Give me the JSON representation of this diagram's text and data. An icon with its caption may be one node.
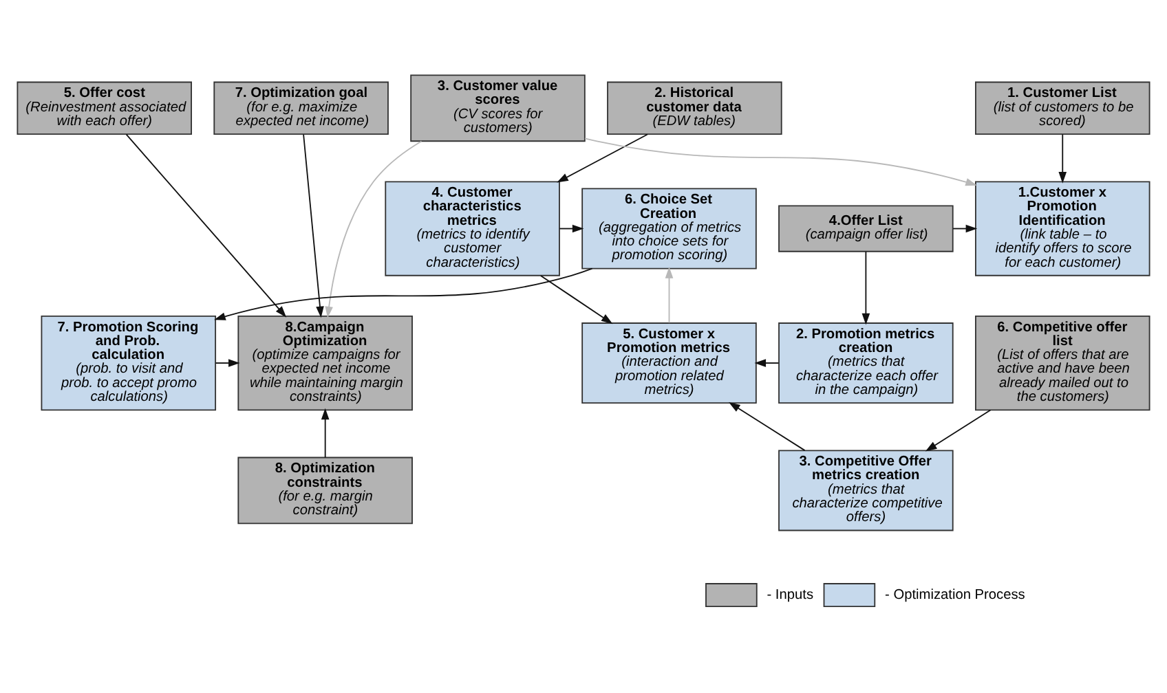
{
  "diagram": {
    "nodes": [
      {
        "text": [
          "1. Customer List",
          "(list of customers to be scored)"
        ]
      },
      {
        "text": [
          "2. Historical customer data",
          "(EDW tables)"
        ]
      },
      {
        "text": [
          "3. Customer value scores",
          "(CV scores for customers)"
        ]
      },
      {
        "text": [
          "5. Offer cost",
          "(Reinvestment associated with each offer)"
        ]
      },
      {
        "text": [
          "7. Optimization goal",
          "(for e.g. maximize expected net income)"
        ]
      },
      {
        "text": [
          "4.Offer List",
          "(campaign offer list)"
        ]
      },
      {
        "text": [
          "1.Customer x Promotion Identification",
          "(link table – to identify offers to score for each customer)"
        ]
      },
      {
        "text": [
          "4. Customer characteristics metrics",
          "(metrics to identify customer characteristics)"
        ]
      },
      {
        "text": [
          "6. Choice Set Creation",
          "(aggregation of metrics into choice sets for promotion scoring)"
        ]
      },
      {
        "text": [
          "8.Campaign Optimization",
          "(optimize campaigns for expected net income while maintaining margin constraints)"
        ]
      },
      {
        "text": [
          "6. Competitive offer list",
          "(List of offers that are active and have been already mailed out to the customers)"
        ]
      },
      {
        "text": [
          "2. Promotion metrics creation",
          "(metrics that characterize each offer in the campaign)"
        ]
      },
      {
        "text": [
          "5. Customer x Promotion metrics",
          "(interaction and promotion related metrics)"
        ]
      },
      {
        "text": [
          "7. Promotion Scoring and Prob. calculation",
          "(prob. to visit and prob. to accept promo calculations)"
        ]
      },
      {
        "text": [
          "3. Competitive Offer metrics creation",
          "(metrics that characterize competitive offers)"
        ]
      },
      {
        "text": [
          "8. Optimization constraints",
          "(for e.g. margin constraint)"
        ]
      }
    ],
    "edges": [
      {
        "from": 0,
        "to": 6,
        "arrow": "to"
      },
      {
        "from": 2,
        "to": 6,
        "arrow": "to",
        "color": "#b8b8b8"
      },
      {
        "from": 1,
        "to": 7,
        "arrow": "to"
      },
      {
        "from": 2,
        "to": 9,
        "arrow": "to",
        "color": "#b8b8b8"
      },
      {
        "from": 3,
        "to": 9,
        "arrow": "to"
      },
      {
        "from": 4,
        "to": 9,
        "arrow": "to"
      },
      {
        "from": 5,
        "to": 6,
        "arrow": "to"
      },
      {
        "from": 5,
        "to": 11,
        "arrow": "to"
      },
      {
        "from": 7,
        "to": 8,
        "arrow": "to"
      },
      {
        "from": 7,
        "to": 12,
        "arrow": "to"
      },
      {
        "from": 12,
        "to": 8,
        "arrow": "to",
        "color": "#b8b8b8"
      },
      {
        "from": 8,
        "to": 13,
        "arrow": "to"
      },
      {
        "from": 13,
        "to": 9,
        "arrow": "to"
      },
      {
        "from": 10,
        "to": 14,
        "arrow": "to"
      },
      {
        "from": 11,
        "to": 12,
        "arrow": "to"
      },
      {
        "from": 14,
        "to": 12,
        "arrow": "to"
      },
      {
        "from": 15,
        "to": 9,
        "arrow": "to"
      }
    ],
    "legend": [
      {
        "text": "- Inputs",
        "color": "#b3b3b3"
      },
      {
        "text": "- Optimization Process",
        "color": "#c6d9ec"
      }
    ]
  }
}
